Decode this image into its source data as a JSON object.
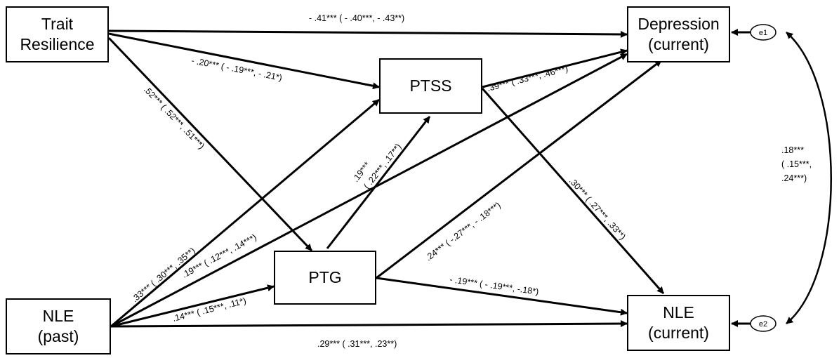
{
  "nodes": {
    "trait_resilience": [
      "Trait",
      "Resilience"
    ],
    "depression": [
      "Depression",
      "(current)"
    ],
    "ptss": [
      "PTSS"
    ],
    "ptg": [
      "PTG"
    ],
    "nle_past": [
      "NLE",
      "(past)"
    ],
    "nle_current": [
      "NLE",
      "(current)"
    ]
  },
  "errors": {
    "e1": "e1",
    "e2": "e2"
  },
  "paths": {
    "tr_dep": "- .41*** ( - .40***, - .43**)",
    "tr_ptss": "- .20*** ( - .19***, - .21*)",
    "tr_ptg": ".52*** ( .52***, .51***)",
    "ptss_dep": ".39*** ( .33***,  .46***)",
    "ptg_ptss": ".19***",
    "ptg_ptss_ci": "( .22***, .17**)",
    "ptss_nlec": ".30*** ( .27***, .33**)",
    "ptg_dep": ".24*** ( -.27***, - .18***)",
    "nlep_ptss": ".33***  ( .30***, .35**)",
    "nlep_dep": ".19***    ( .12***, .14***)",
    "nlep_ptg": ".14*** ( .15***, .11*)",
    "ptg_nlec": "- .19*** ( - .19***, -.18*)",
    "nlep_nlec": ".29*** ( .31***, .23**)"
  },
  "covariance": [
    ".18***",
    "( .15***,",
    ".24***)"
  ]
}
